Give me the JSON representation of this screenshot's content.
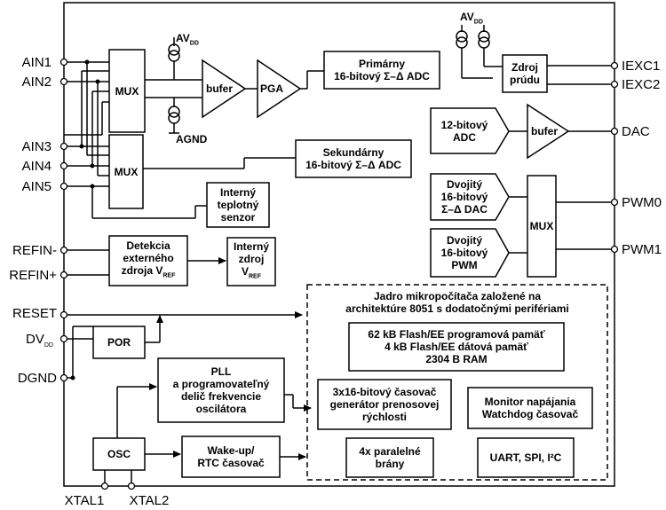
{
  "pins": {
    "ain1": "AIN1",
    "ain2": "AIN2",
    "ain3": "AIN3",
    "ain4": "AIN4",
    "ain5": "AIN5",
    "refin_minus": "REFIN-",
    "refin_plus": "REFIN+",
    "reset": "RESET",
    "dvdd_main": "DV",
    "dvdd_sub": "DD",
    "dgnd": "DGND",
    "xtal1": "XTAL1",
    "xtal2": "XTAL2",
    "iexc1": "IEXC1",
    "iexc2": "IEXC2",
    "dac": "DAC",
    "pwm0": "PWM0",
    "pwm1": "PWM1"
  },
  "supply": {
    "avdd_main": "AV",
    "avdd_sub": "DD",
    "avdd2_main": "AV",
    "avdd2_sub": "DD",
    "agnd": "AGND"
  },
  "blocks": {
    "mux_top": "MUX",
    "mux_bottom": "MUX",
    "buffer": "bufer",
    "pga": "PGA",
    "primary_adc": [
      "Primárny",
      "16-bitový Σ–Δ ADC"
    ],
    "secondary_adc": [
      "Sekundárny",
      "16-bitový Σ–Δ ADC"
    ],
    "temp_sensor": [
      "Interný",
      "teplotný",
      "senzor"
    ],
    "ext_ref_detect": [
      "Detekcia",
      "externého"
    ],
    "ext_ref_detect_last": "zdroja V",
    "ext_ref_detect_sub": "REF",
    "int_ref": [
      "Interný",
      "zdroj"
    ],
    "int_ref_last": "V",
    "int_ref_sub": "REF",
    "current_source": [
      "Zdroj",
      "prúdu"
    ],
    "dac12": [
      "12-bitový",
      "ADC"
    ],
    "dac_buffer": "bufer",
    "dual_dac": [
      "Dvojitý",
      "16-bitový",
      "Σ–Δ DAC"
    ],
    "dual_pwm": [
      "Dvojitý",
      "16-bitový",
      "PWM"
    ],
    "mux_right": "MUX",
    "por": "POR",
    "pll": [
      "PLL",
      "a programovateľný",
      "delič frekvencie",
      "oscilátora"
    ],
    "osc": "OSC",
    "wakeup": [
      "Wake-up/",
      "RTC časovač"
    ]
  },
  "core": {
    "title": [
      "Jadro mikropočítača založené na",
      "architektúre 8051 s dodatočnými perifériami"
    ],
    "memory": [
      "62 kB Flash/EE programová pamäť",
      "4 kB Flash/EE dátová pamäť",
      "2304 B RAM"
    ],
    "timers": [
      "3x16-bitový časovač",
      "generátor prenosovej",
      "rýchlosti"
    ],
    "monitor": [
      "Monitor napájania",
      "Watchdog časovač"
    ],
    "ports": [
      "4x paralelné",
      "brány"
    ],
    "serial": "UART, SPI, I²C"
  }
}
